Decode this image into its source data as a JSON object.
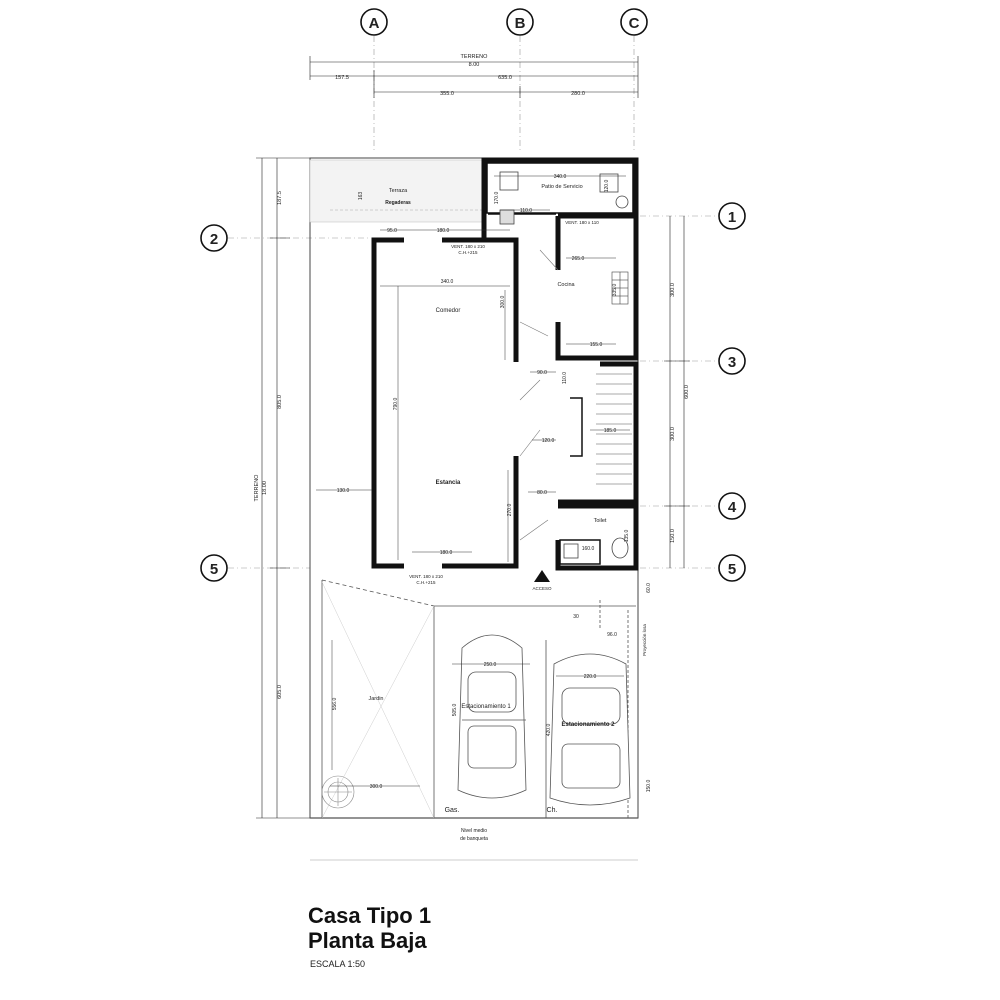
{
  "plan": {
    "axes": {
      "A": "A",
      "B": "B",
      "C": "C",
      "r1": "1",
      "r2": "2",
      "r3": "3",
      "r4": "4",
      "r5": "5"
    },
    "terreno_top": "TERRENO",
    "terreno_top_value": "8.00",
    "terreno_side": "TERRENO",
    "terreno_side_value": "18.00",
    "dims": {
      "d1575": "157.5",
      "d6350": "635.0",
      "d3550": "355.0",
      "d2800": "280.0",
      "d1875": "187.5",
      "d8050": "805.0",
      "d6050": "605.0",
      "d6000": "600.0",
      "d1800": "180.0",
      "d950": "95.0",
      "d3400": "340.0",
      "d3000": "300.0",
      "d7900": "790.0",
      "d1300": "130.0",
      "d2700": "270.0",
      "d1800b": "180.0",
      "d3400b": "340.0",
      "d1700": "170.0",
      "d1100": "110.0",
      "d1200": "120.0",
      "d2650": "265.0",
      "d3350": "335.0",
      "d1550": "155.0",
      "d1100b": "110.0",
      "d1200b": "120.0",
      "d8000": "80.0",
      "d1850": "185.0",
      "d900": "90.0",
      "d3000b": "300.0",
      "d1500": "150.0",
      "d1500b": "150.0",
      "d2500": "250.0",
      "d2200": "220.0",
      "d5560": "556.0",
      "d5050": "505.0",
      "d4200": "420.0",
      "d3000c": "300.0",
      "d1500c": "150.0",
      "d600": "60.0",
      "d300": "30",
      "d960": "96.0",
      "d1350": "135.0",
      "d1600": "160.0",
      "d1630": "163"
    },
    "rooms": {
      "terraza": "Terraza",
      "terraza_sub": "Regaderas",
      "patio": "Patio de Servicio",
      "comedor": "Comedor",
      "estancia": "Estancia",
      "cocina": "Cocina",
      "toilet": "Toilet",
      "jardin": "Jardin",
      "est1": "Estacionamiento 1",
      "est2": "Estacionamiento 2"
    },
    "notes": {
      "vent_top": "VENT. 180 x 210",
      "vent_top2": "C.H.+215",
      "vent_bottom": "VENT. 180 x 210",
      "vent_bottom2": "C.H.+215",
      "vent_cocina": "VENT. 180 x 110",
      "gas": "Gas.",
      "ch": "Ch.",
      "nivel1": "Nivel medio",
      "nivel2": "de banqueta",
      "acceso": "ACCESO",
      "proyeccion": "Proyección losa"
    }
  },
  "title": {
    "line1": "Casa Tipo 1",
    "line2": "Planta Baja",
    "scale": "ESCALA 1:50"
  }
}
